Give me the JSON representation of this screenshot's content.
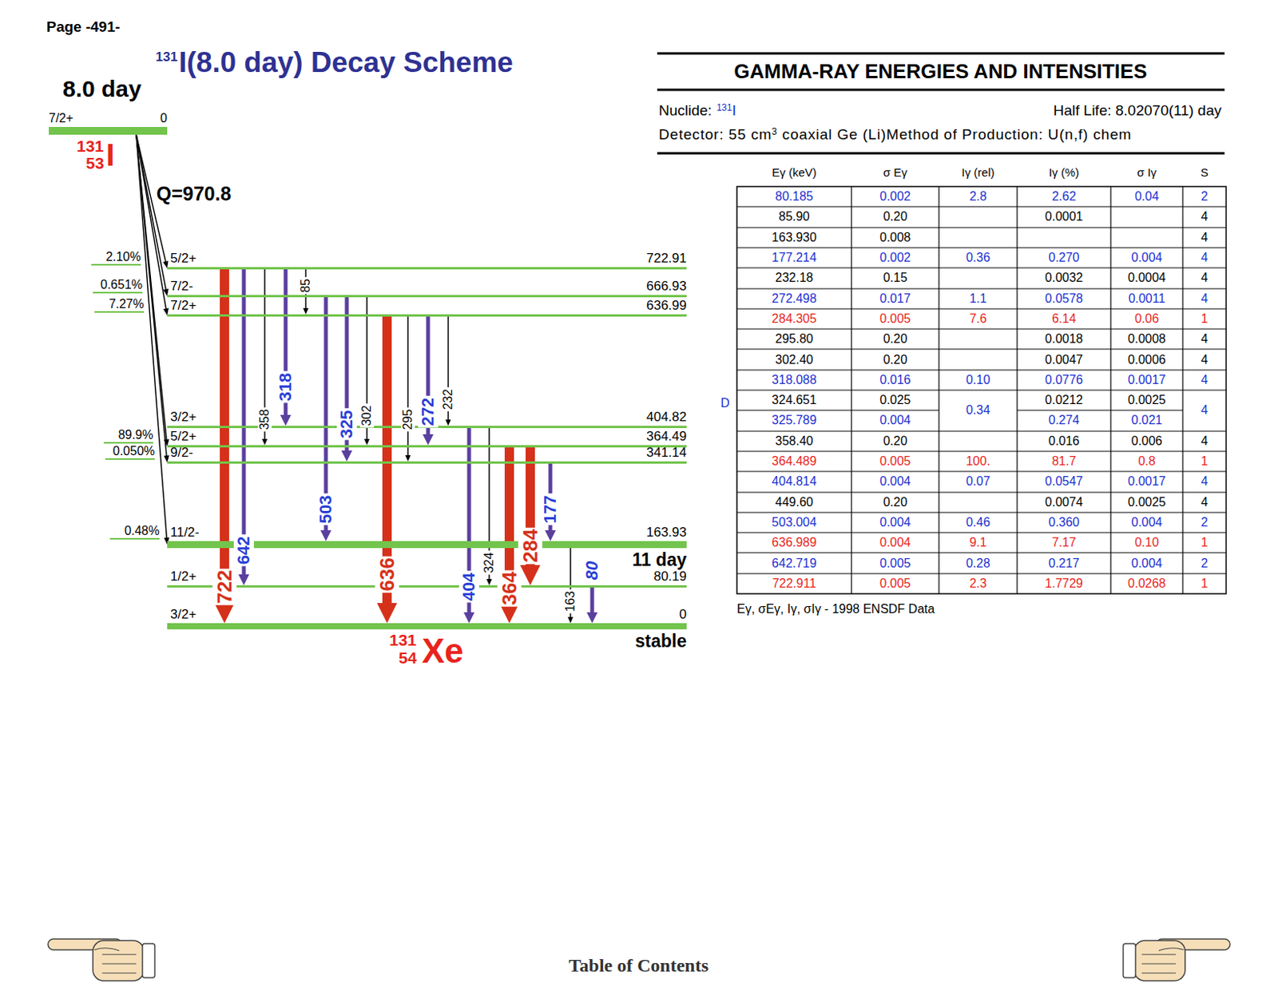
{
  "diagram": {
    "nodes": [
      {
        "text": [
          "8.0 day",
          "7/2+",
          "0"
        ]
      },
      {
        "text": [
          "2.10%",
          "5/2+",
          "722.91"
        ]
      },
      {
        "text": [
          "0.651%",
          "7/2-",
          "666.93"
        ]
      },
      {
        "text": [
          "7.27%",
          "7/2+",
          "636.99"
        ]
      },
      {
        "text": [
          "3/2+",
          "404.82"
        ]
      },
      {
        "text": [
          "89.9%",
          "5/2+",
          "364.49"
        ]
      },
      {
        "text": [
          "0.050%",
          "9/2-",
          "341.14"
        ]
      },
      {
        "text": [
          "0.48%",
          "11/2-",
          "163.93",
          "11 day"
        ]
      },
      {
        "text": [
          "1/2+",
          "80.19"
        ]
      },
      {
        "text": [
          "3/2+",
          "0",
          "stable"
        ]
      }
    ],
    "edges": [
      {
        "from": 0,
        "to": 1,
        "arrow": "to"
      },
      {
        "from": 0,
        "to": 2,
        "arrow": "to"
      },
      {
        "from": 0,
        "to": 3,
        "arrow": "to"
      },
      {
        "from": 0,
        "to": 5,
        "arrow": "to"
      },
      {
        "from": 0,
        "to": 6,
        "arrow": "to"
      },
      {
        "from": 0,
        "to": 7,
        "arrow": "to"
      },
      {
        "from": 1,
        "to": 9,
        "label": "722",
        "arrow": "to"
      },
      {
        "from": 1,
        "to": 8,
        "label": "642",
        "arrow": "to"
      },
      {
        "from": 1,
        "to": 5,
        "label": "358",
        "arrow": "to"
      },
      {
        "from": 1,
        "to": 4,
        "label": "318",
        "arrow": "to"
      },
      {
        "from": 1,
        "to": 3,
        "label": "85",
        "arrow": "to"
      },
      {
        "from": 2,
        "to": 7,
        "label": "503",
        "arrow": "to"
      },
      {
        "from": 2,
        "to": 6,
        "label": "325",
        "arrow": "to"
      },
      {
        "from": 2,
        "to": 5,
        "label": "302",
        "arrow": "to"
      },
      {
        "from": 3,
        "to": 9,
        "label": "636",
        "arrow": "to"
      },
      {
        "from": 3,
        "to": 6,
        "label": "295",
        "arrow": "to"
      },
      {
        "from": 3,
        "to": 5,
        "label": "272",
        "arrow": "to"
      },
      {
        "from": 3,
        "to": 4,
        "label": "232",
        "arrow": "to"
      },
      {
        "from": 4,
        "to": 9,
        "label": "404",
        "arrow": "to"
      },
      {
        "from": 4,
        "to": 8,
        "label": "324",
        "arrow": "to"
      },
      {
        "from": 5,
        "to": 9,
        "label": "364",
        "arrow": "to"
      },
      {
        "from": 5,
        "to": 8,
        "label": "284",
        "arrow": "to"
      },
      {
        "from": 6,
        "to": 7,
        "label": "177",
        "arrow": "to"
      },
      {
        "from": 7,
        "to": 9,
        "label": "163",
        "arrow": "to"
      },
      {
        "from": 8,
        "to": 9,
        "label": "80",
        "arrow": "to"
      }
    ],
    "labels": [
      "Page -491-",
      "131",
      "I(8.0 day) Decay Scheme",
      "131",
      "53",
      "I",
      "Q=970.8",
      "131",
      "54",
      "Xe",
      "GAMMA-RAY ENERGIES AND INTENSITIES",
      "Nuclide:",
      "131",
      "I",
      "Half Life: 8.02070(11) day",
      "Detector: 55 cm",
      "3",
      "coaxial Ge (Li)",
      "Method of Production: U(n,f) chem",
      "Eγ (keV)",
      "σ Eγ",
      "Iγ (rel)",
      "Iγ (%)",
      "σ Iγ",
      "S",
      "D",
      "80.185",
      "0.002",
      "2.8",
      "2.62",
      "0.04",
      "2",
      "85.90",
      "0.20",
      "0.0001",
      "4",
      "163.930",
      "0.008",
      "4",
      "177.214",
      "0.002",
      "0.36",
      "0.270",
      "0.004",
      "4",
      "232.18",
      "0.15",
      "0.0032",
      "0.0004",
      "4",
      "272.498",
      "0.017",
      "1.1",
      "0.0578",
      "0.0011",
      "4",
      "284.305",
      "0.005",
      "7.6",
      "6.14",
      "0.06",
      "1",
      "295.80",
      "0.20",
      "0.0018",
      "0.0008",
      "4",
      "302.40",
      "0.20",
      "0.0047",
      "0.0006",
      "4",
      "318.088",
      "0.016",
      "0.10",
      "0.0776",
      "0.0017",
      "4",
      "324.651",
      "0.025",
      "0.34",
      "0.0212",
      "0.0025",
      "4",
      "325.789",
      "0.004",
      "0.274",
      "0.021",
      "358.40",
      "0.20",
      "0.016",
      "0.006",
      "4",
      "364.489",
      "0.005",
      "100.",
      "81.7",
      "0.8",
      "1",
      "404.814",
      "0.004",
      "0.07",
      "0.0547",
      "0.0017",
      "4",
      "449.60",
      "0.20",
      "0.0074",
      "0.0025",
      "4",
      "503.004",
      "0.004",
      "0.46",
      "0.360",
      "0.004",
      "2",
      "636.989",
      "0.004",
      "9.1",
      "7.17",
      "0.10",
      "1",
      "642.719",
      "0.005",
      "0.28",
      "0.217",
      "0.004",
      "2",
      "722.911",
      "0.005",
      "2.3",
      "1.7729",
      "0.0268",
      "1",
      "Eγ, σEγ, Iγ, σIγ - 1998 ENSDF Data",
      "Table of Contents"
    ]
  }
}
